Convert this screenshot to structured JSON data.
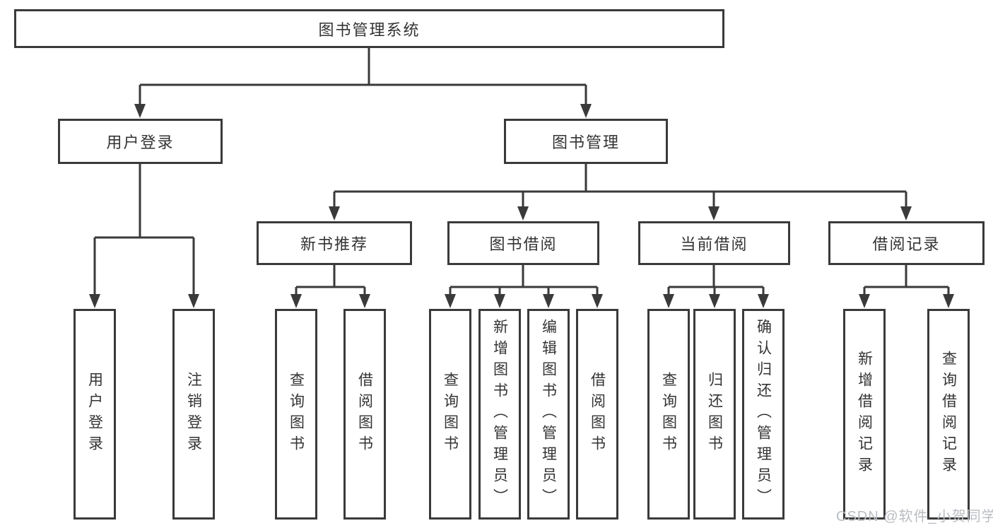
{
  "diagram": {
    "root": {
      "label": "图书管理系统"
    },
    "level2": [
      {
        "label": "用户登录",
        "children": [
          {
            "label": "用户登录"
          },
          {
            "label": "注销登录"
          }
        ]
      },
      {
        "label": "图书管理",
        "children": [
          {
            "label": "新书推荐",
            "children": [
              {
                "label": "查询图书"
              },
              {
                "label": "借阅图书"
              }
            ]
          },
          {
            "label": "图书借阅",
            "children": [
              {
                "label": "查询图书"
              },
              {
                "label": "新增图书（管理员）"
              },
              {
                "label": "编辑图书（管理员）"
              },
              {
                "label": "借阅图书"
              }
            ]
          },
          {
            "label": "当前借阅",
            "children": [
              {
                "label": "查询图书"
              },
              {
                "label": "归还图书"
              },
              {
                "label": "确认归还（管理员）"
              }
            ]
          },
          {
            "label": "借阅记录",
            "children": [
              {
                "label": "新增借阅记录"
              },
              {
                "label": "查询借阅记录"
              }
            ]
          }
        ]
      }
    ]
  },
  "watermark": {
    "text": "CSDN @软件_小贺同学"
  },
  "style": {
    "line_color": "#3a3a3a",
    "text_color": "#333333",
    "watermark_color": "#b9bdc2",
    "background": "#ffffff"
  }
}
